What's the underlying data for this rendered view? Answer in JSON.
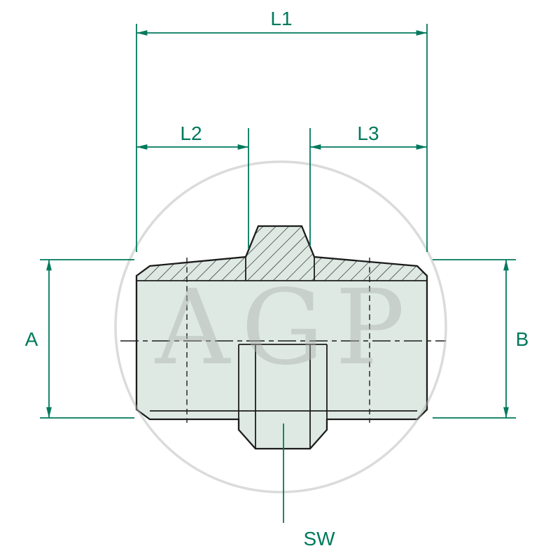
{
  "drawing": {
    "watermark_text": "AGP",
    "dimensions": {
      "l1": "L1",
      "l2": "L2",
      "l3": "L3",
      "a": "A",
      "b": "B",
      "sw": "SW"
    },
    "colors": {
      "background": "#FFFFFF",
      "dimension_line": "#00795C",
      "part_outline": "#1C1C1C",
      "part_fill": "#DFE9E4",
      "watermark": "#AEB2B0"
    }
  }
}
